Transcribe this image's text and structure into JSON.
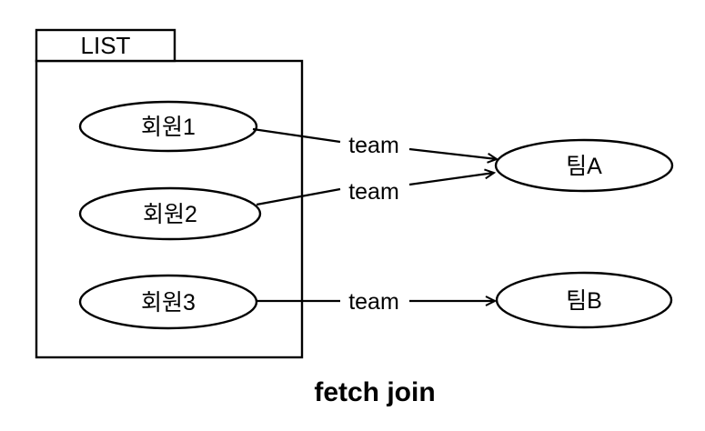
{
  "diagram": {
    "caption": "fetch join",
    "container": {
      "label": "LIST"
    },
    "members": [
      {
        "id": "member1",
        "label": "회원1"
      },
      {
        "id": "member2",
        "label": "회원2"
      },
      {
        "id": "member3",
        "label": "회원3"
      }
    ],
    "teams": [
      {
        "id": "teamA",
        "label": "팀A"
      },
      {
        "id": "teamB",
        "label": "팀B"
      }
    ],
    "edges": [
      {
        "from": "회원1",
        "to": "팀A",
        "label": "team"
      },
      {
        "from": "회원2",
        "to": "팀A",
        "label": "team"
      },
      {
        "from": "회원3",
        "to": "팀B",
        "label": "team"
      }
    ],
    "colors": {
      "stroke": "#000000",
      "background": "#ffffff",
      "text": "#000000"
    }
  }
}
